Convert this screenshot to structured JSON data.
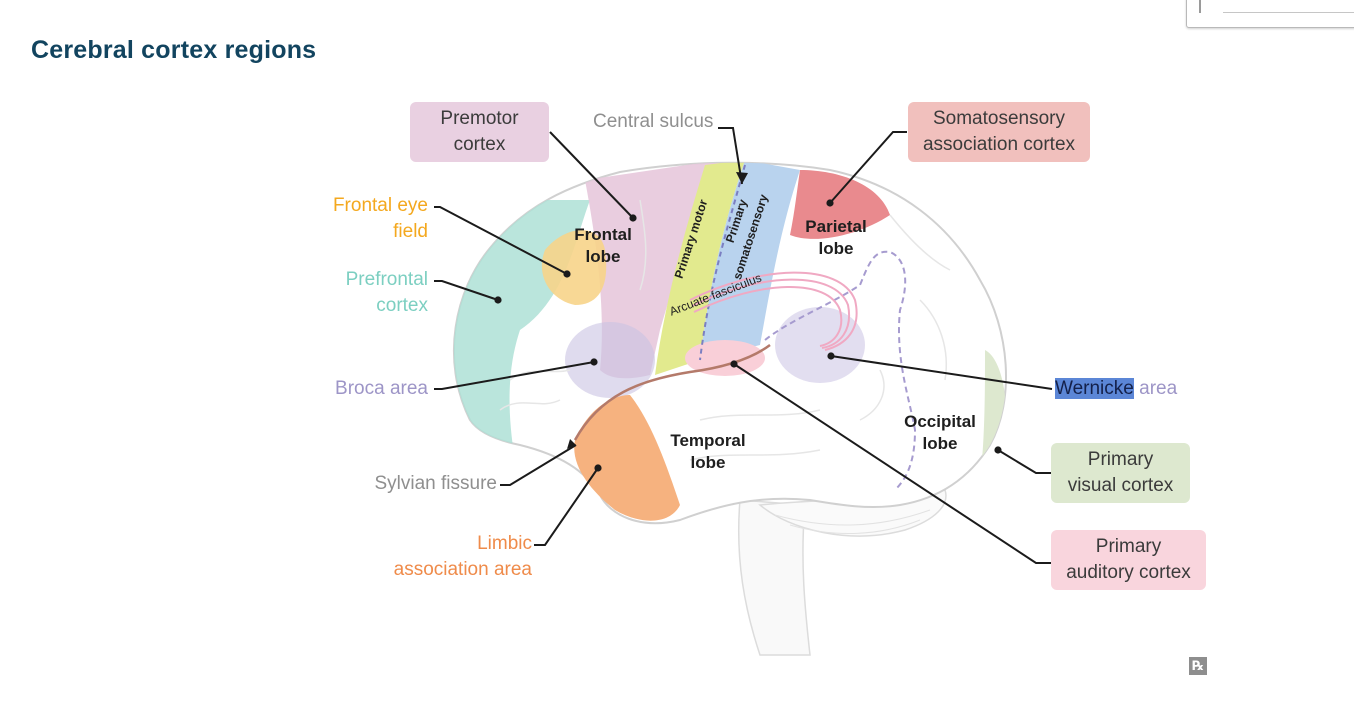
{
  "title": "Cerebral cortex regions",
  "labels": {
    "premotor_cortex": "Premotor\ncortex",
    "central_sulcus": "Central sulcus",
    "somatosensory_association_cortex": "Somatosensory\nassociation cortex",
    "frontal_eye_field_line1": "Frontal eye",
    "frontal_eye_field_line2": "field",
    "prefrontal_cortex_line1": "Prefrontal",
    "prefrontal_cortex_line2": "cortex",
    "broca_area": "Broca area",
    "wernicke_highlight": "Wernicke",
    "wernicke_rest": " area",
    "primary_visual_cortex": "Primary\nvisual cortex",
    "sylvian_fissure": "Sylvian fissure",
    "limbic_line1": "Limbic",
    "limbic_line2": "association area",
    "primary_auditory_cortex": "Primary\nauditory cortex"
  },
  "brain_labels": {
    "frontal_lobe": "Frontal\nlobe",
    "parietal_lobe": "Parietal\nlobe",
    "temporal_lobe": "Temporal\nlobe",
    "occipital_lobe": "Occipital\nlobe",
    "primary_motor": "Primary motor",
    "primary_somatosensory_1": "Primary",
    "primary_somatosensory_2": "somatosensory",
    "arcuate_fasciculus": "Arcuate fasciculus"
  },
  "badge": "℞",
  "colors": {
    "title": "#12445f",
    "premotor": "#e9d0e1",
    "somatosensory_assoc": "#f1c0bd",
    "frontal_eye_field": "#f4b53a",
    "prefrontal": "#93d3c8",
    "broca": "#9d95c7",
    "primary_visual": "#dde8cf",
    "limbic": "#ef9a5c",
    "primary_auditory": "#f9cfd8",
    "primary_motor": "#e3eb8f",
    "primary_somatosensory": "#b5d0ec",
    "parietal": "#e98a8e"
  }
}
